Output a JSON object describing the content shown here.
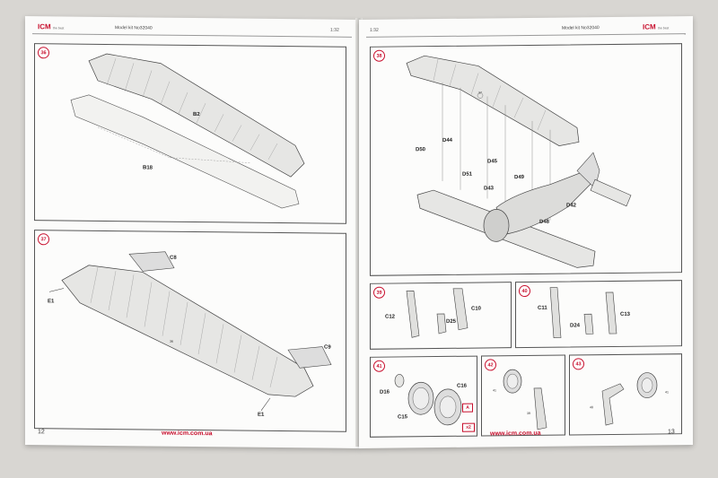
{
  "left_page": {
    "header": {
      "brand": "ICM",
      "brand_sub": "the best",
      "model_kit": "Model kit No32040",
      "scale": "1:32"
    },
    "steps": [
      {
        "number": "36",
        "labels": [
          "B2",
          "B18"
        ]
      },
      {
        "number": "37",
        "labels": [
          "C8",
          "E1",
          "C9",
          "E1",
          "36"
        ]
      }
    ],
    "footer": {
      "page_number": "12",
      "url": "www.icm.com.ua"
    }
  },
  "right_page": {
    "header": {
      "brand": "ICM",
      "brand_sub": "the best",
      "model_kit": "Model kit No32040",
      "scale": "1:32"
    },
    "steps": [
      {
        "number": "38",
        "labels": [
          "37",
          "D50",
          "D44",
          "D45",
          "D51",
          "D43",
          "D49",
          "D42",
          "D48"
        ]
      },
      {
        "number": "39",
        "labels": [
          "C12",
          "D25",
          "C10"
        ]
      },
      {
        "number": "40",
        "labels": [
          "C11",
          "C13",
          "D24"
        ]
      },
      {
        "number": "41",
        "labels": [
          "D16",
          "C16",
          "C15",
          "A",
          "x2"
        ]
      },
      {
        "number": "42",
        "labels": [
          "41",
          "39"
        ]
      },
      {
        "number": "43",
        "labels": [
          "41",
          "40"
        ]
      }
    ],
    "footer": {
      "page_number": "13",
      "url": "www.icm.com.ua"
    }
  },
  "colors": {
    "accent": "#c8102e",
    "line": "#555555"
  }
}
